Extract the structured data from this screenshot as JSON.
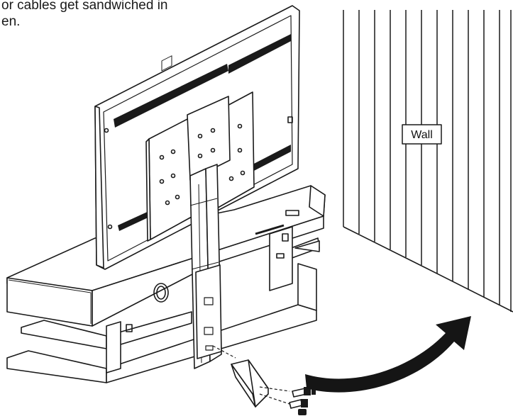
{
  "caption": {
    "lines": [
      "or cables get sandwiched in",
      "en."
    ]
  },
  "labels": {
    "wall": "Wall"
  },
  "colors": {
    "line": "#1a1a1a",
    "arrow": "#151515",
    "background": "#ffffff"
  }
}
